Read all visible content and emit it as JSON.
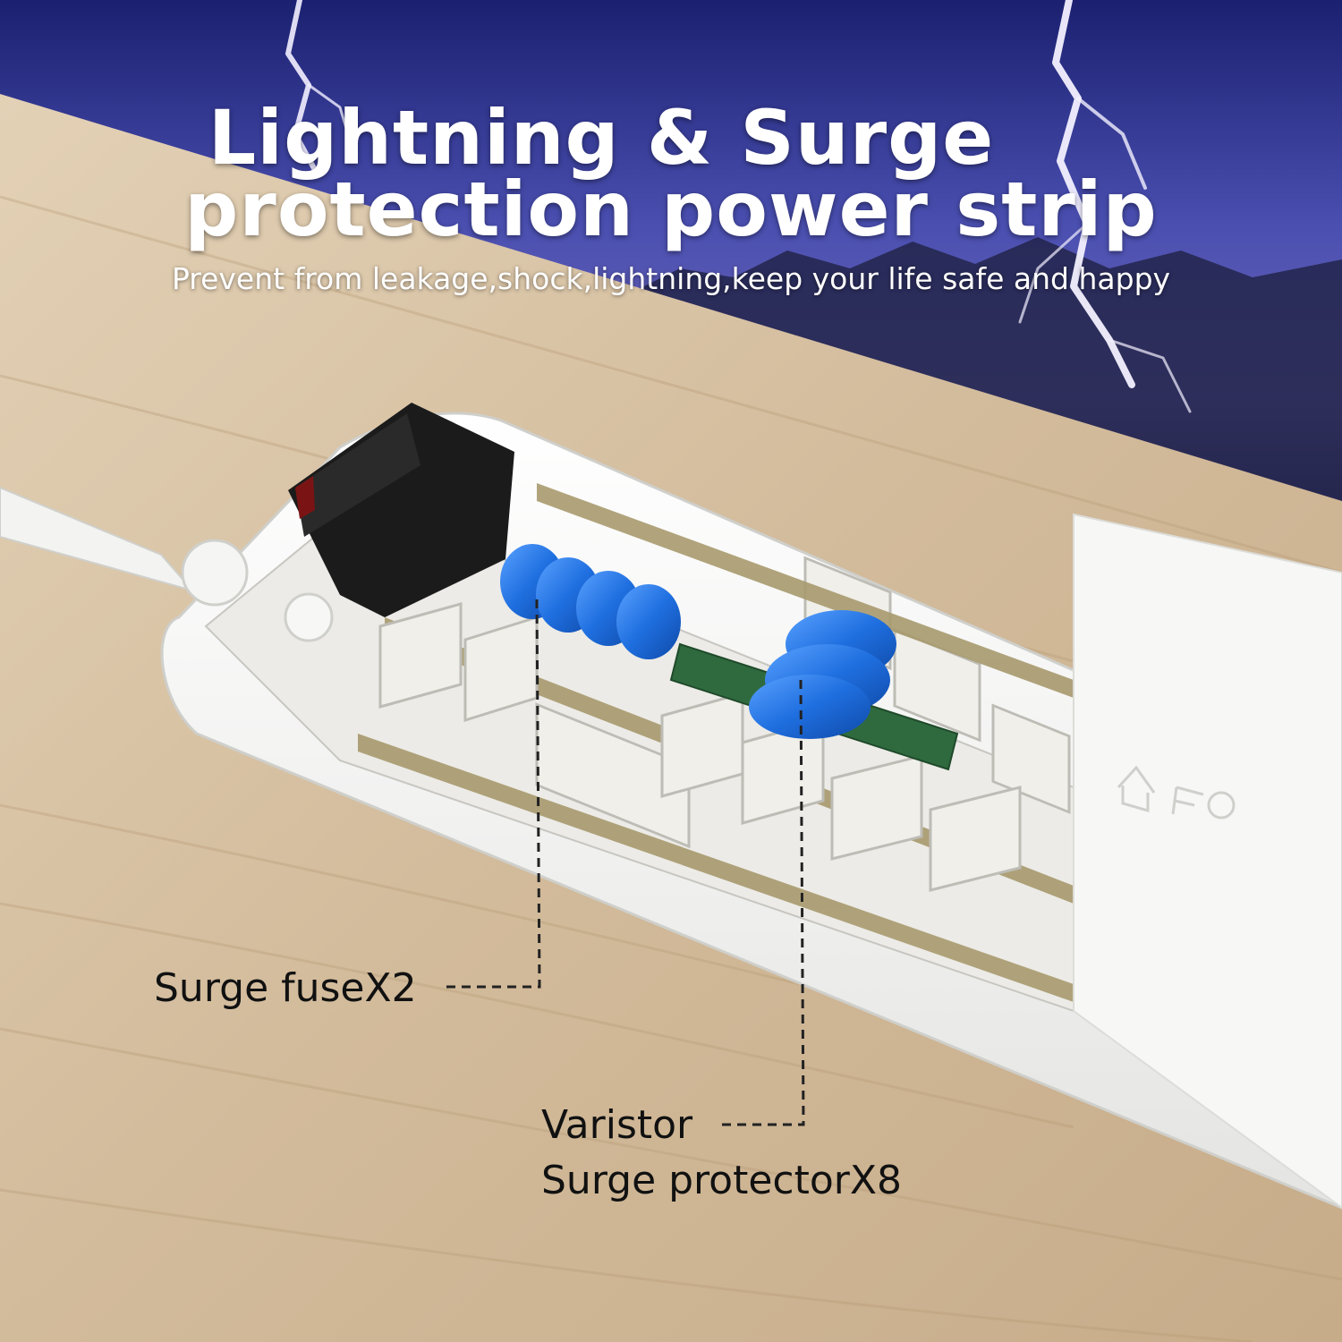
{
  "headline": {
    "line1": "Lightning & Surge",
    "line2": "protection power strip"
  },
  "subtitle": "Prevent from leakage,shock,lightning,keep your life safe and happy",
  "callouts": {
    "fuse": "Surge fuseX2",
    "varistor": "Varistor",
    "protector": "Surge protectorX8"
  },
  "colors": {
    "sky": "#2a2f8a",
    "wood": "#d8c3a5",
    "strip": "#f2f2f0",
    "varistor": "#1e6fd6",
    "switch": "#1a1a1a",
    "brass": "#a89a6e"
  }
}
